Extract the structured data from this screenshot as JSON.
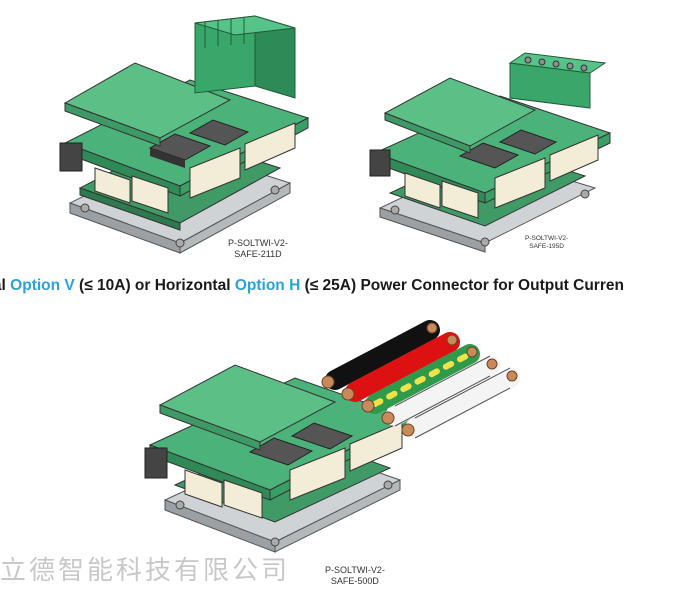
{
  "caption": {
    "part1": "ical ",
    "opt_v": "Option V",
    "part2": " (≤ 10A) or Horizontal ",
    "opt_h": "Option H",
    "part3": " (≤ 25A) Power Connector for Output Curren"
  },
  "boards": {
    "board1": {
      "label_line1": "P-SOLTWI-V2-",
      "label_line2": "SAFE-211D"
    },
    "board2": {
      "label_line1": "P-SOLTWI-V2-",
      "label_line2": "SAFE-195D"
    },
    "board3": {
      "label_line1": "P-SOLTWI-V2-",
      "label_line2": "SAFE-500D"
    }
  },
  "watermark": "立德智能科技有限公司",
  "colors": {
    "pcb_green": "#4bb27a",
    "pcb_dark": "#2f8a58",
    "connector_green": "#3aa76a",
    "option_blue": "#2aa3dc"
  }
}
